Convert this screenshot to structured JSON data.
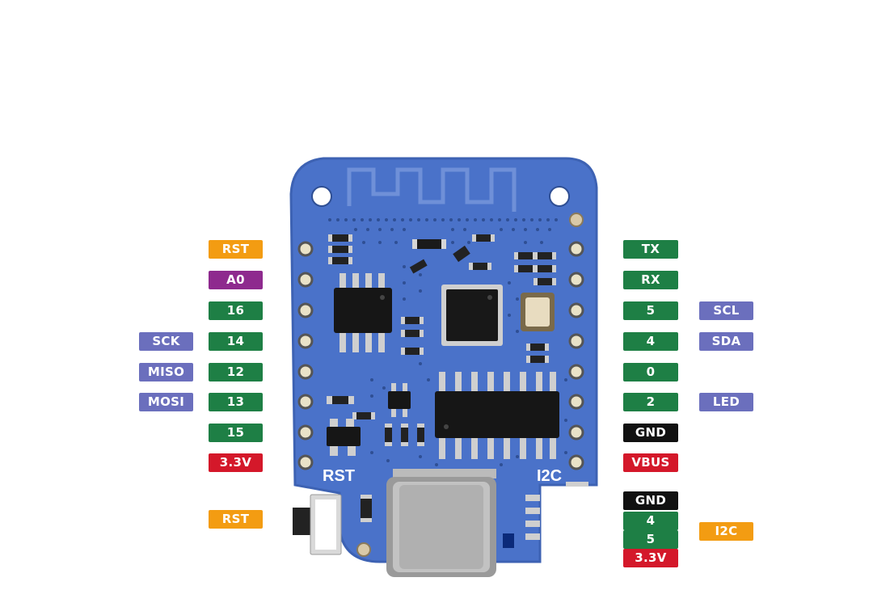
{
  "colors": {
    "board": "#4a72c9",
    "board_edge": "#3d62b3",
    "orange": "#f39c12",
    "purple": "#8e2a8e",
    "green": "#1e7f45",
    "lavender": "#6b6fbd",
    "black": "#111111",
    "red": "#d4182a"
  },
  "board": {
    "silk_rst": "RST",
    "silk_i2c": "I2C"
  },
  "left_pins": {
    "rst": "RST",
    "a0": "A0",
    "d16": "16",
    "d14": "14",
    "d12": "12",
    "d13": "13",
    "d15": "15",
    "v33": "3.3V"
  },
  "left_functions": {
    "sck": "SCK",
    "miso": "MISO",
    "mosi": "MOSI"
  },
  "right_pins": {
    "tx": "TX",
    "rx": "RX",
    "d5": "5",
    "d4": "4",
    "d0": "0",
    "d2": "2",
    "gnd": "GND",
    "vbus": "VBUS"
  },
  "right_functions": {
    "scl": "SCL",
    "sda": "SDA",
    "led": "LED"
  },
  "button": {
    "label": "RST"
  },
  "i2c_connector": {
    "gnd": "GND",
    "sda": "4",
    "scl": "5",
    "v33": "3.3V",
    "title": "I2C"
  }
}
